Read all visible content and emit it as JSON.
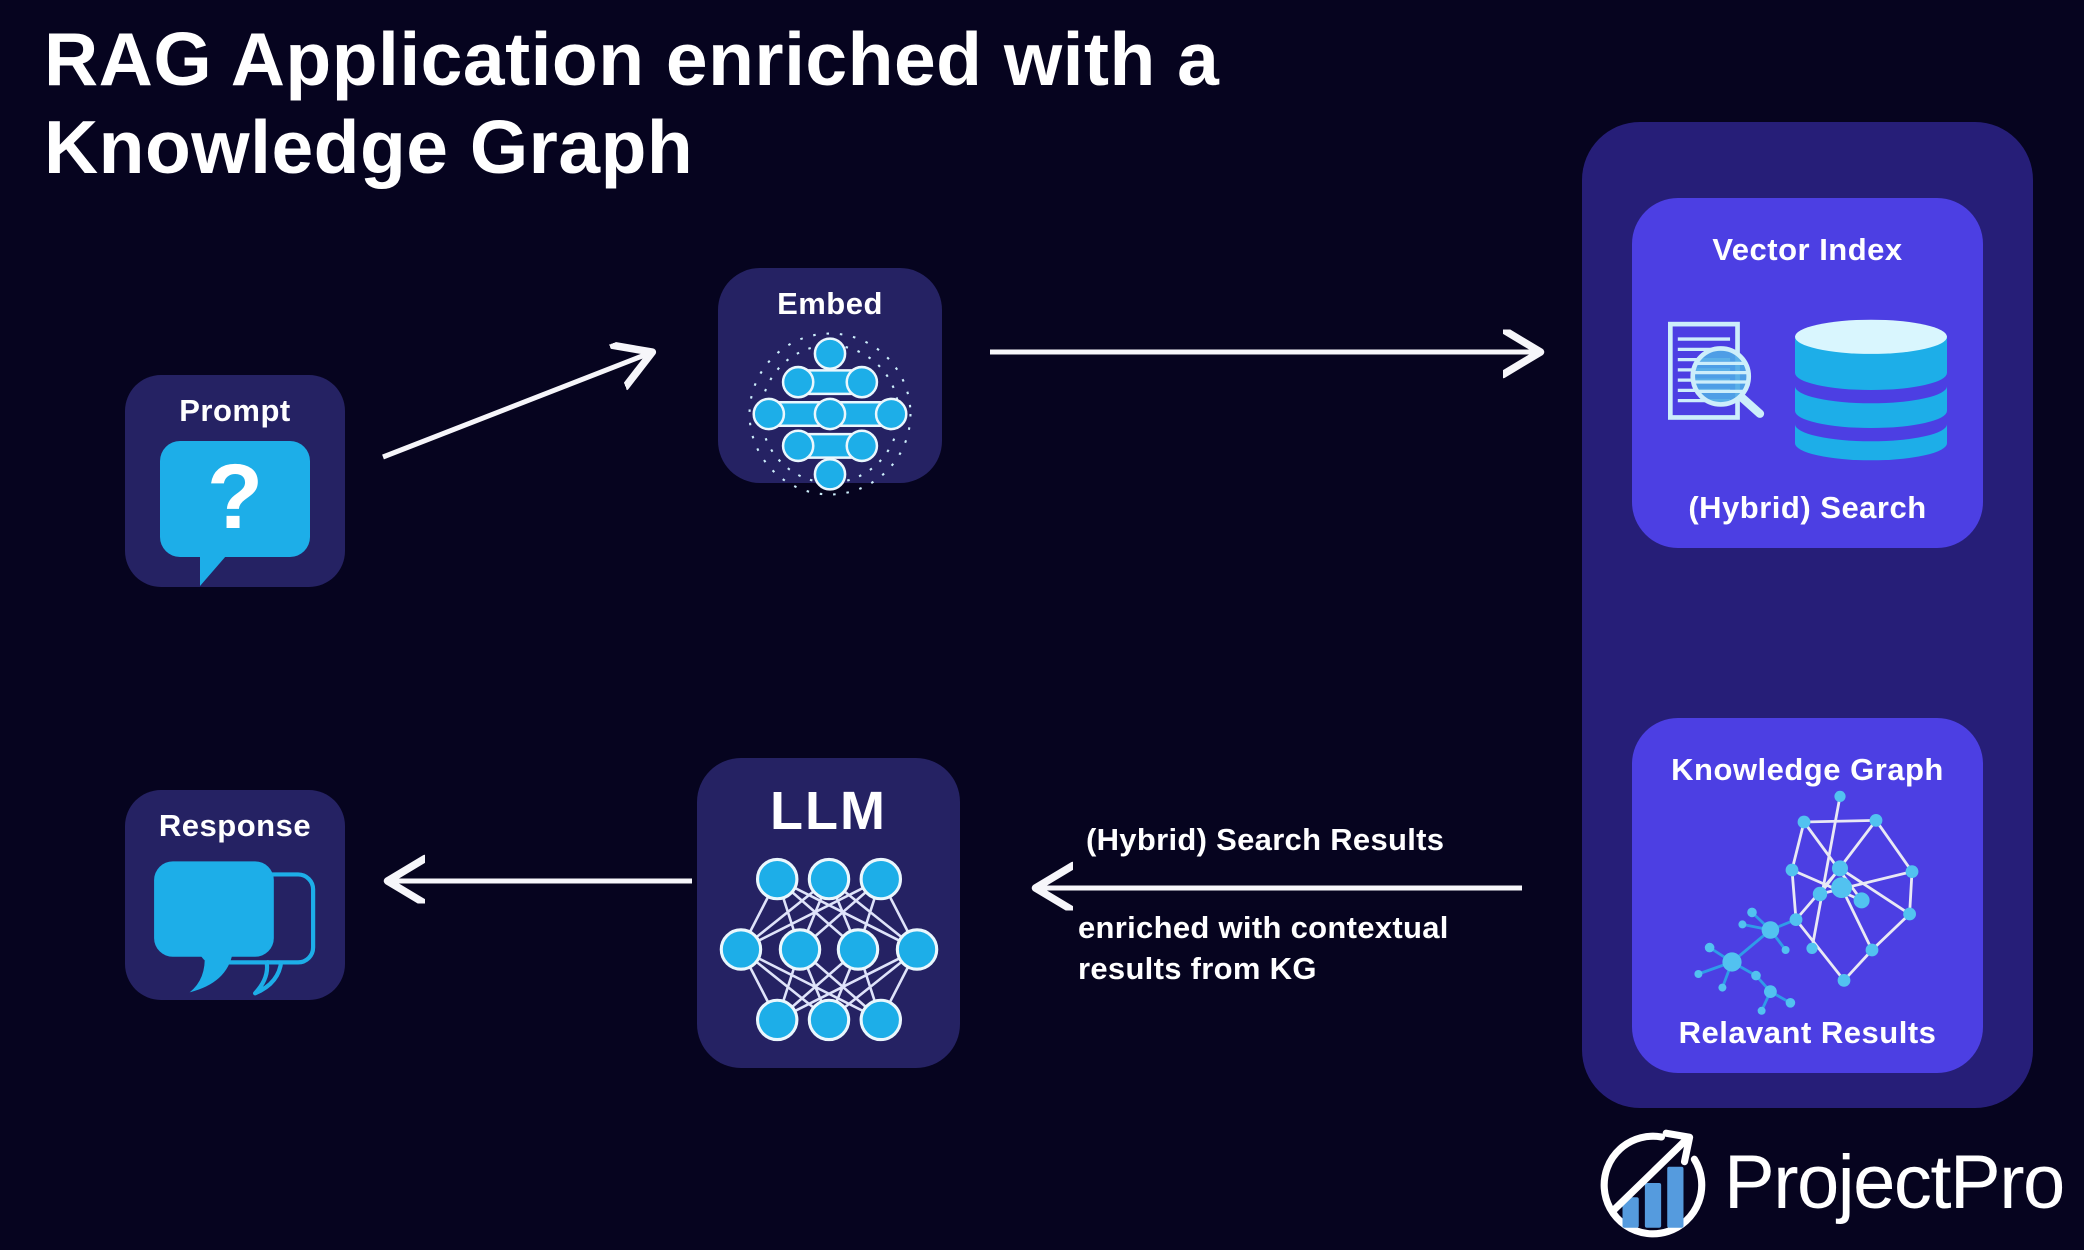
{
  "title": {
    "line1": "RAG Application enriched with a",
    "line2": "Knowledge Graph"
  },
  "nodes": {
    "prompt": {
      "label": "Prompt",
      "question_mark": "?",
      "icon": "question-speech-bubble-icon"
    },
    "embed": {
      "label": "Embed",
      "icon": "embedding-network-icon"
    },
    "llm": {
      "label": "LLM",
      "icon": "neural-network-icon"
    },
    "response": {
      "label": "Response",
      "icon": "chat-bubbles-icon"
    }
  },
  "pipeline_panel": {
    "vector_index": {
      "title": "Vector Index",
      "subtitle": "(Hybrid) Search",
      "icons": [
        "document-search-icon",
        "database-icon"
      ]
    },
    "knowledge_graph": {
      "title": "Knowledge Graph",
      "subtitle": "Relavant Results",
      "icon": "graph-network-icon"
    }
  },
  "arrow_labels": {
    "search_results": "(Hybrid) Search Results",
    "enriched_line1": "enriched with contextual",
    "enriched_line2": "results from KG"
  },
  "logo": {
    "text": "ProjectPro"
  },
  "colors": {
    "bg": "#06041f",
    "panel": "#261e78",
    "card": "#252263",
    "inner": "#4c3fe3",
    "cyan": "#1daee8",
    "lightcyan": "#d9f6fe",
    "nodecyan": "#52c2f0",
    "barblue": "#559bde",
    "arrow": "#f6f6fa",
    "netline": "#dfe3fa",
    "paleicon": "#cdeefb",
    "white": "#ffffff"
  }
}
